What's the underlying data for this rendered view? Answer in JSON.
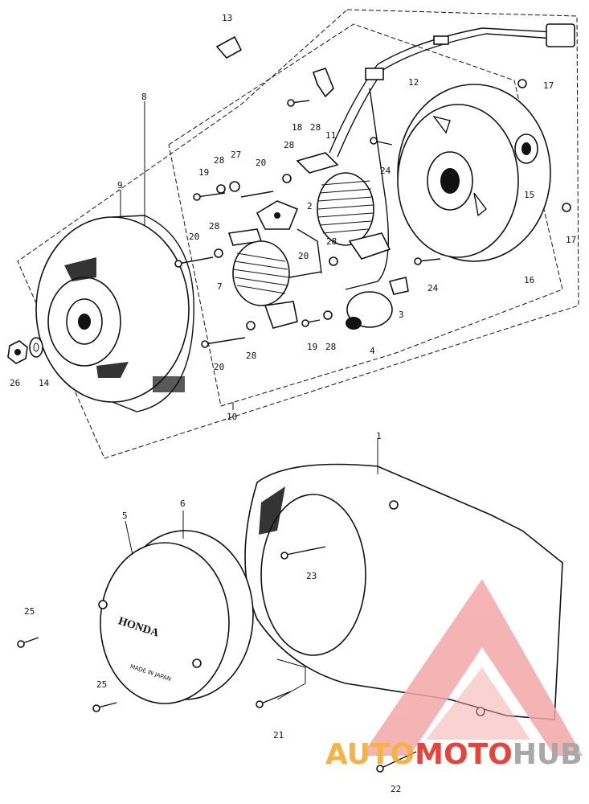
{
  "labels": {
    "l1": "1",
    "l2": "2",
    "l3": "3",
    "l4": "4",
    "l5": "5",
    "l6": "6",
    "l7": "7",
    "l8": "8",
    "l9": "9",
    "l10": "10",
    "l11": "11",
    "l12": "12",
    "l13": "13",
    "l14": "14",
    "l15": "15",
    "l16": "16",
    "l17a": "17",
    "l17b": "17",
    "l18": "18",
    "l19a": "19",
    "l19b": "19",
    "l20a": "20",
    "l20b": "20",
    "l20c": "20",
    "l20d": "20",
    "l21": "21",
    "l22": "22",
    "l23": "23",
    "l24a": "24",
    "l24b": "24",
    "l25a": "25",
    "l25b": "25",
    "l26": "26",
    "l27": "27",
    "l28a": "28",
    "l28b": "28",
    "l28c": "28",
    "l28d": "28",
    "l28e": "28",
    "l28f": "28",
    "l28g": "28"
  },
  "cover_text": {
    "brand": "HONDA",
    "origin": "MADE IN JAPAN"
  },
  "watermark": {
    "part1": "AUTO",
    "part2": "MOTO",
    "part3": "HUB"
  },
  "colors": {
    "watermark_orange": "#f5a623",
    "watermark_red": "#e2231a",
    "watermark_gray": "#9a9a9a",
    "line": "#111111"
  }
}
